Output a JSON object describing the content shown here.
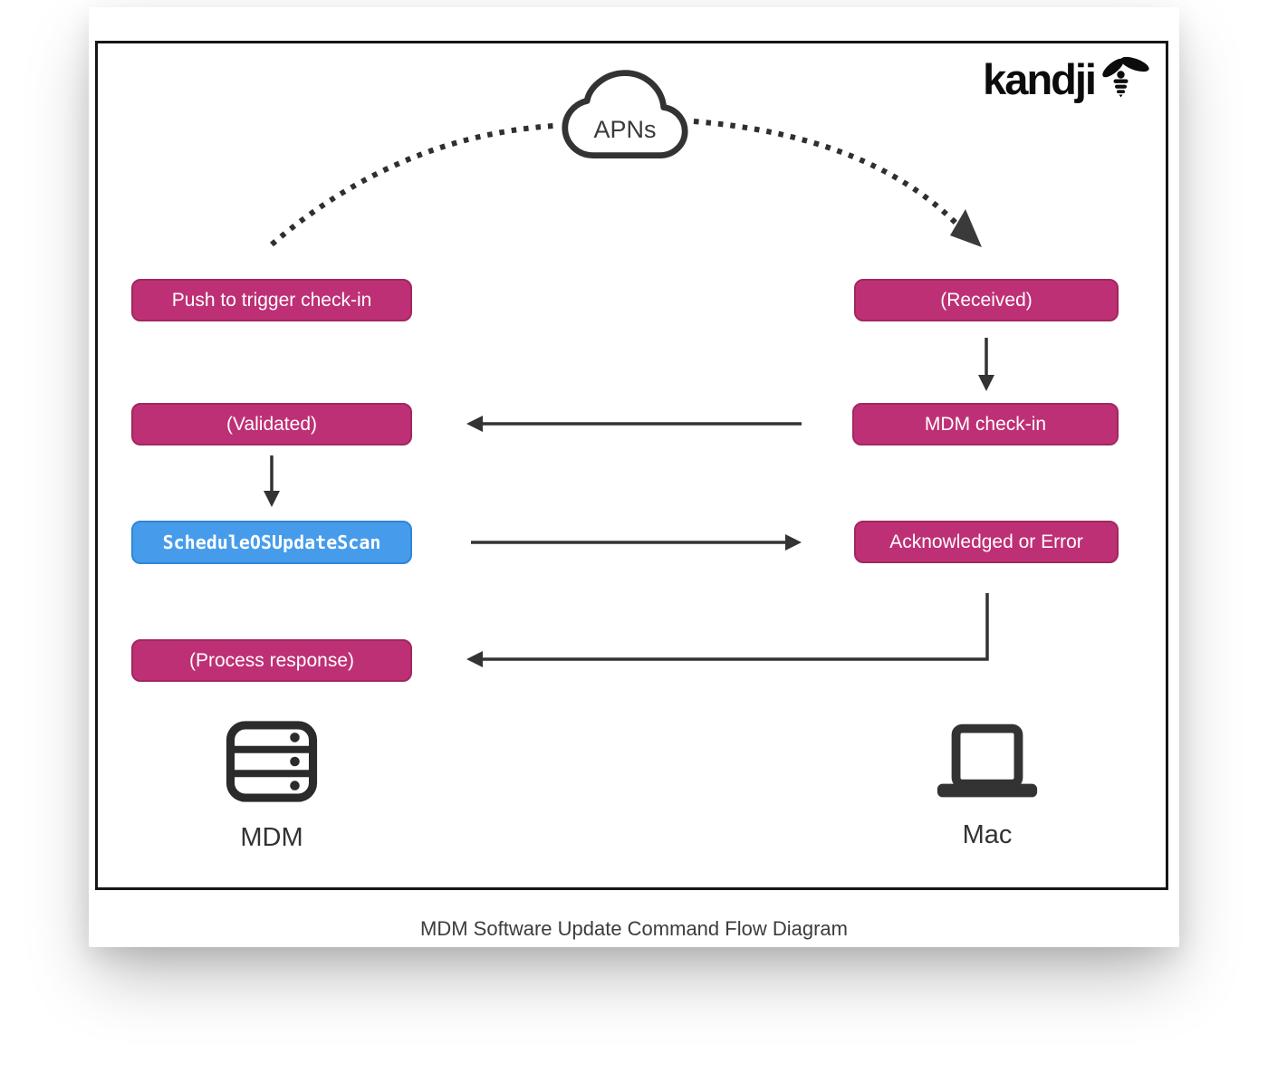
{
  "logo": {
    "text": "kandji"
  },
  "cloud": {
    "label": "APNs"
  },
  "nodes": {
    "push": {
      "label": "Push to trigger check-in",
      "color": "#be3075"
    },
    "received": {
      "label": "(Received)",
      "color": "#be3075"
    },
    "validated": {
      "label": "(Validated)",
      "color": "#be3075"
    },
    "mdm_checkin": {
      "label": "MDM check-in",
      "color": "#be3075"
    },
    "schedule": {
      "label": "ScheduleOSUpdateScan",
      "color": "#469ceb"
    },
    "acknowledged": {
      "label": "Acknowledged or Error",
      "color": "#be3075"
    },
    "process": {
      "label": "(Process response)",
      "color": "#be3075"
    }
  },
  "flows": [
    {
      "from": "push",
      "to": "apns-cloud",
      "style": "dotted-arc"
    },
    {
      "from": "apns-cloud",
      "to": "received",
      "style": "dotted-arc-arrow"
    },
    {
      "from": "received",
      "to": "mdm_checkin",
      "style": "arrow-down"
    },
    {
      "from": "mdm_checkin",
      "to": "validated",
      "style": "arrow-left"
    },
    {
      "from": "validated",
      "to": "schedule",
      "style": "arrow-down"
    },
    {
      "from": "schedule",
      "to": "acknowledged",
      "style": "arrow-right"
    },
    {
      "from": "acknowledged",
      "to": "process",
      "style": "arrow-elbow-left"
    }
  ],
  "actors": {
    "mdm": {
      "label": "MDM",
      "icon": "server-icon"
    },
    "mac": {
      "label": "Mac",
      "icon": "laptop-icon"
    }
  },
  "caption": "MDM Software Update Command Flow Diagram",
  "colors": {
    "node_pink": "#be3075",
    "node_blue": "#469ceb",
    "arrow_ink": "#333333",
    "frame_border": "#161616"
  }
}
